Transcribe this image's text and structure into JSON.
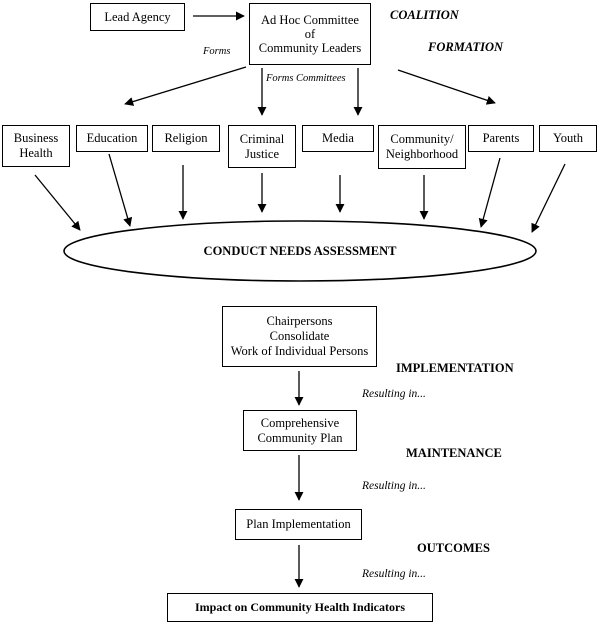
{
  "top": {
    "lead_agency": "Lead Agency",
    "committee": "Ad Hoc Committee\nof\nCommunity Leaders",
    "forms": "Forms",
    "forms_committees": "Forms Committees"
  },
  "stages": {
    "coalition": "COALITION",
    "formation": "FORMATION",
    "implementation": "IMPLEMENTATION",
    "maintenance": "MAINTENANCE",
    "outcomes": "OUTCOMES"
  },
  "committees": [
    {
      "label": "Business\nHealth"
    },
    {
      "label": "Education"
    },
    {
      "label": "Religion"
    },
    {
      "label": "Criminal\nJustice"
    },
    {
      "label": "Media"
    },
    {
      "label": "Community/\nNeighborhood"
    },
    {
      "label": "Parents"
    },
    {
      "label": "Youth"
    }
  ],
  "assessment": "CONDUCT NEEDS ASSESSMENT",
  "flow": {
    "chairpersons": "Chairpersons\nConsolidate\nWork of Individual Persons",
    "resulting_1": "Resulting in...",
    "plan": "Comprehensive\nCommunity Plan",
    "resulting_2": "Resulting in...",
    "implementation": "Plan Implementation",
    "resulting_3": "Resulting in...",
    "impact": "Impact on Community Health Indicators"
  }
}
